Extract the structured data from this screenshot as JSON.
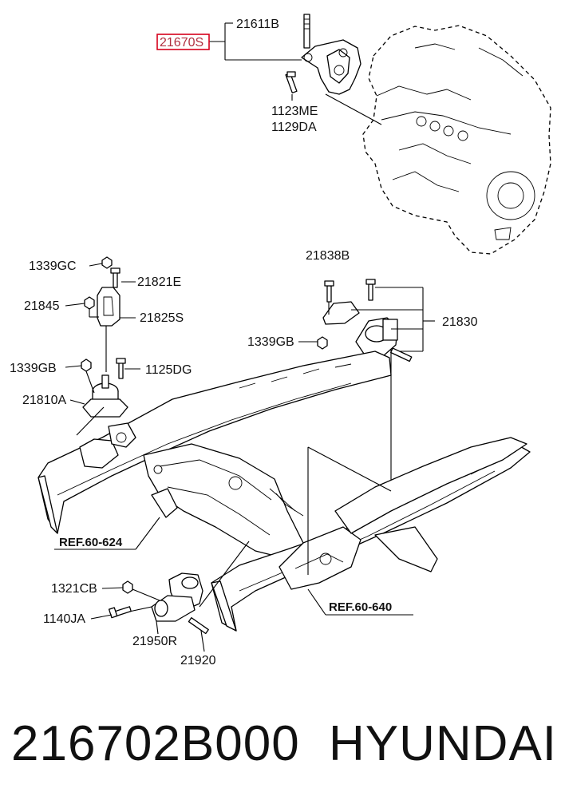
{
  "callouts": {
    "c21611B": "21611B",
    "c21670S": "21670S",
    "c1123ME": "1123ME",
    "c1129DA": "1129DA",
    "c21838B": "21838B",
    "c21830": "21830",
    "c1339GB_right": "1339GB",
    "c1339GC": "1339GC",
    "c21821E": "21821E",
    "c21845": "21845",
    "c21825S": "21825S",
    "c1339GB_left": "1339GB",
    "c1125DG": "1125DG",
    "c21810A": "21810A",
    "c1321CB": "1321CB",
    "c1140JA": "1140JA",
    "c21950R": "21950R",
    "c21920": "21920"
  },
  "references": {
    "ref_60_624": "REF.60-624",
    "ref_60_640": "REF.60-640"
  },
  "footer": {
    "part_number": "216702B000",
    "brand": "HYUNDAI"
  },
  "colors": {
    "highlight": "#d6001c",
    "ink": "#000000",
    "background": "#ffffff"
  }
}
